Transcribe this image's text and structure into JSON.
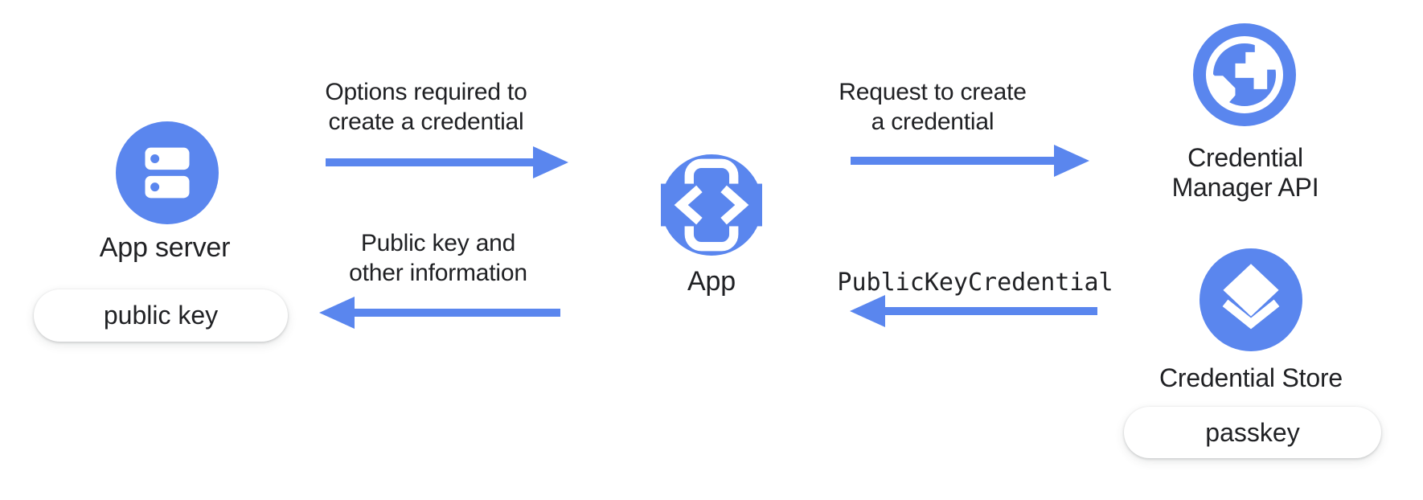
{
  "colors": {
    "accent": "#5A86EE",
    "text": "#202124",
    "background": "#ffffff",
    "pill_background": "#ffffff"
  },
  "nodes": {
    "app_server": {
      "label": "App server",
      "icon": "server-icon",
      "badge": "public key"
    },
    "app": {
      "label": "App",
      "icon": "phone-code-icon"
    },
    "credential_manager_api": {
      "label_line1": "Credential",
      "label_line2": "Manager API",
      "icon": "globe-icon"
    },
    "credential_store": {
      "label": "Credential Store",
      "icon": "layers-icon",
      "badge": "passkey"
    }
  },
  "flows": {
    "options_to_create": {
      "from": "App server",
      "to": "App",
      "direction": "right",
      "line1": "Options required to",
      "line2": "create a credential"
    },
    "request_to_create": {
      "from": "App",
      "to": "Credential Manager API",
      "direction": "right",
      "line1": "Request to create",
      "line2": "a credential"
    },
    "public_key_info": {
      "from": "App",
      "to": "App server",
      "direction": "left",
      "line1": "Public key and",
      "line2": "other information"
    },
    "public_key_credential": {
      "from": "Credential Store",
      "to": "App",
      "direction": "left",
      "label": "PublicKeyCredential"
    }
  }
}
